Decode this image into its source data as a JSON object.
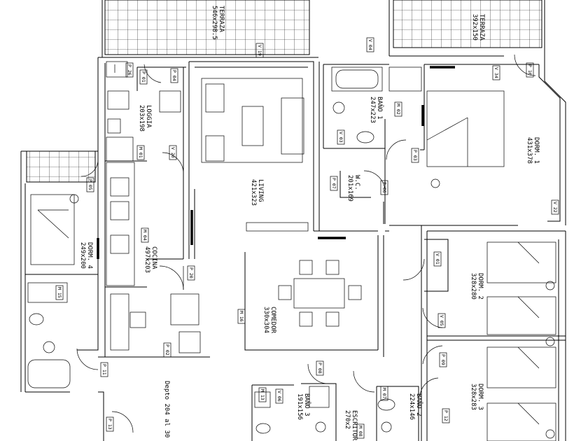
{
  "rooms": {
    "terraza_1": {
      "name": "TERRAZA",
      "dims": "546x298.5"
    },
    "terraza_2": {
      "name": "TERRAZA",
      "dims": "392x150"
    },
    "loggia": {
      "name": "LOGGIA",
      "dims": "203x198"
    },
    "living": {
      "name": "LIVING",
      "dims": "421x323"
    },
    "bano_1": {
      "name": "BAÑO 1",
      "dims": "247x223"
    },
    "dorm_1": {
      "name": "DORM. 1",
      "dims": "431x378"
    },
    "wc": {
      "name": "W.C.",
      "dims": "201x169"
    },
    "dorm_4": {
      "name": "DORM. 4",
      "dims": "249x200"
    },
    "cocina": {
      "name": "COCINA",
      "dims": "497x203"
    },
    "comedor": {
      "name": "COMEDOR",
      "dims": "330x304"
    },
    "dorm_2": {
      "name": "DORM. 2",
      "dims": "328x280"
    },
    "dorm_3": {
      "name": "DORM. 3",
      "dims": "328x283"
    },
    "bano_2": {
      "name": "BAÑO 2",
      "dims": "224x146"
    },
    "bano_3": {
      "name": "BAÑO 3",
      "dims": "191x156"
    },
    "escritorio": {
      "name": "ESCRITOR",
      "dims": "270x2"
    }
  },
  "unit_label": "Depto 204 al 30",
  "tags": {
    "v19": "V 19",
    "v04": "V 04",
    "p26": "P 26",
    "p01": "P 01",
    "p04": "P 04",
    "v20": "V 20",
    "m01": "M 01",
    "p05": "P 05",
    "v34": "V 34",
    "p10": "P 10",
    "p03": "P 03",
    "m02": "M 02",
    "v03": "V 03",
    "p06": "P 06",
    "v22": "V 22",
    "p07": "P 07",
    "v01": "V 01",
    "m04": "M 04",
    "p20": "P 20",
    "m16": "M 16",
    "p02": "P 02",
    "m15": "M 15",
    "p11": "P 11",
    "p08": "P 08",
    "v05": "V 05",
    "m13": "M 13",
    "p09": "P 09",
    "p12": "P 12",
    "m07": "M 07",
    "p13": "P 13",
    "m08": "M 08",
    "v06": "V 06"
  }
}
